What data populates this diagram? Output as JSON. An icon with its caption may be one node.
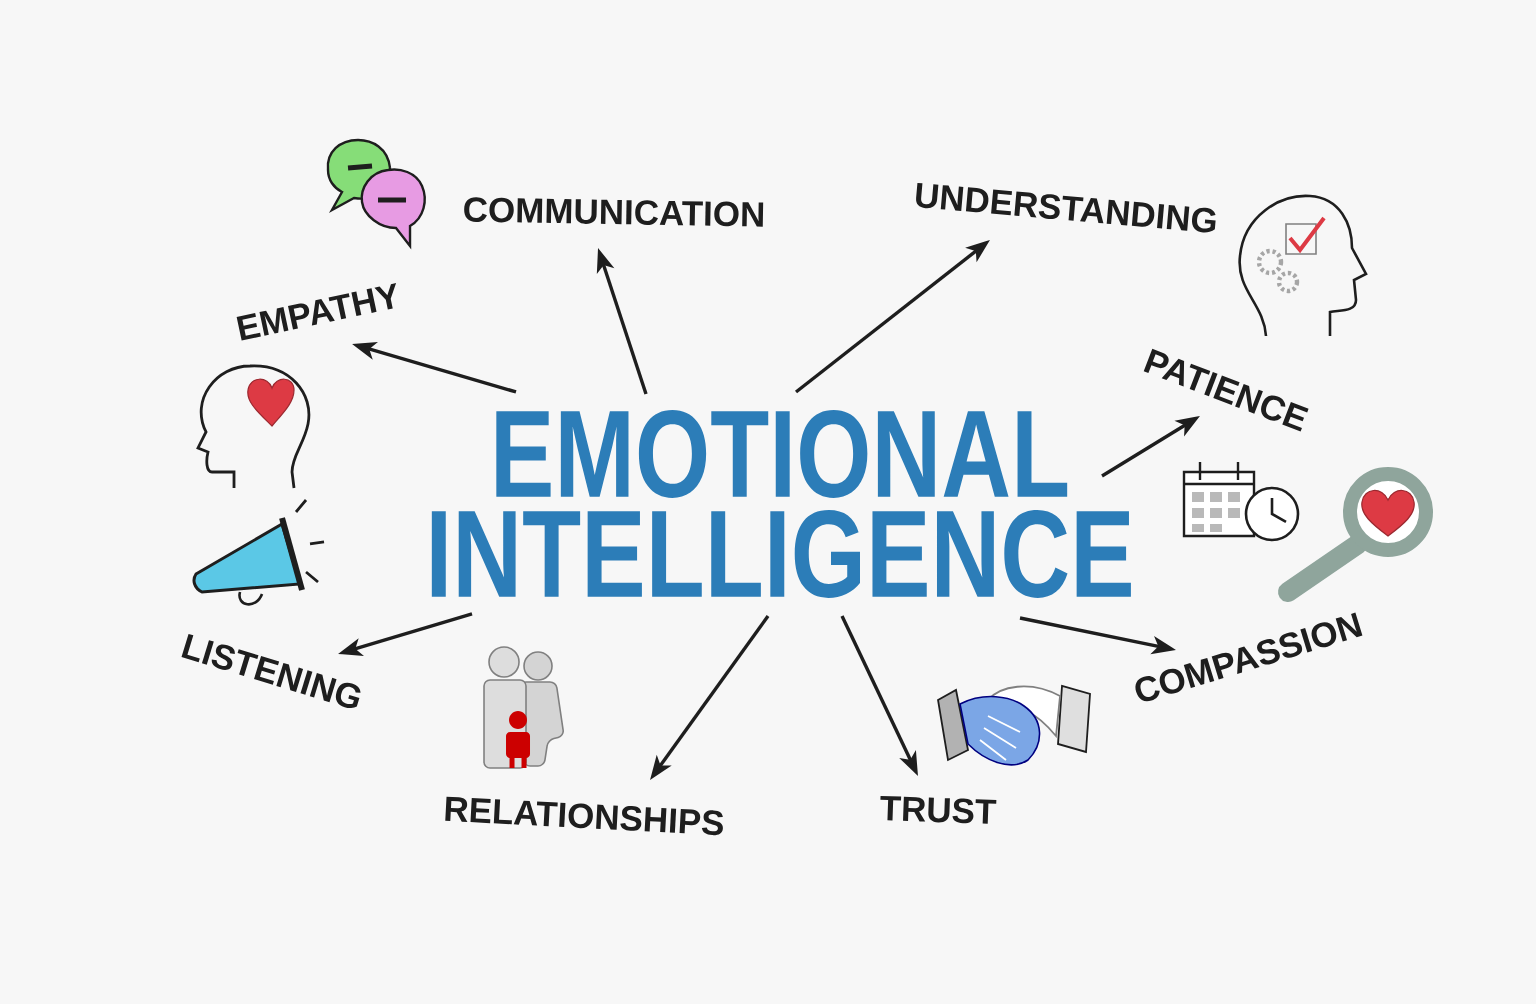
{
  "diagram": {
    "nodes": [
      {
        "text": [
          "EMOTIONAL INTELLIGENCE"
        ]
      },
      {
        "text": [
          "COMMUNICATION"
        ]
      },
      {
        "text": [
          "UNDERSTANDING"
        ]
      },
      {
        "text": [
          "EMPATHY"
        ]
      },
      {
        "text": [
          "PATIENCE"
        ]
      },
      {
        "text": [
          "LISTENING"
        ]
      },
      {
        "text": [
          "COMPASSION"
        ]
      },
      {
        "text": [
          "RELATIONSHIPS"
        ]
      },
      {
        "text": [
          "TRUST"
        ]
      }
    ],
    "edges": [
      {
        "from": 0,
        "to": 1,
        "arrow": "to"
      },
      {
        "from": 0,
        "to": 2,
        "arrow": "to"
      },
      {
        "from": 0,
        "to": 3,
        "arrow": "to"
      },
      {
        "from": 0,
        "to": 4,
        "arrow": "to"
      },
      {
        "from": 0,
        "to": 5,
        "arrow": "to"
      },
      {
        "from": 0,
        "to": 6,
        "arrow": "to"
      },
      {
        "from": 0,
        "to": 7,
        "arrow": "to"
      },
      {
        "from": 0,
        "to": 8,
        "arrow": "to"
      }
    ]
  }
}
